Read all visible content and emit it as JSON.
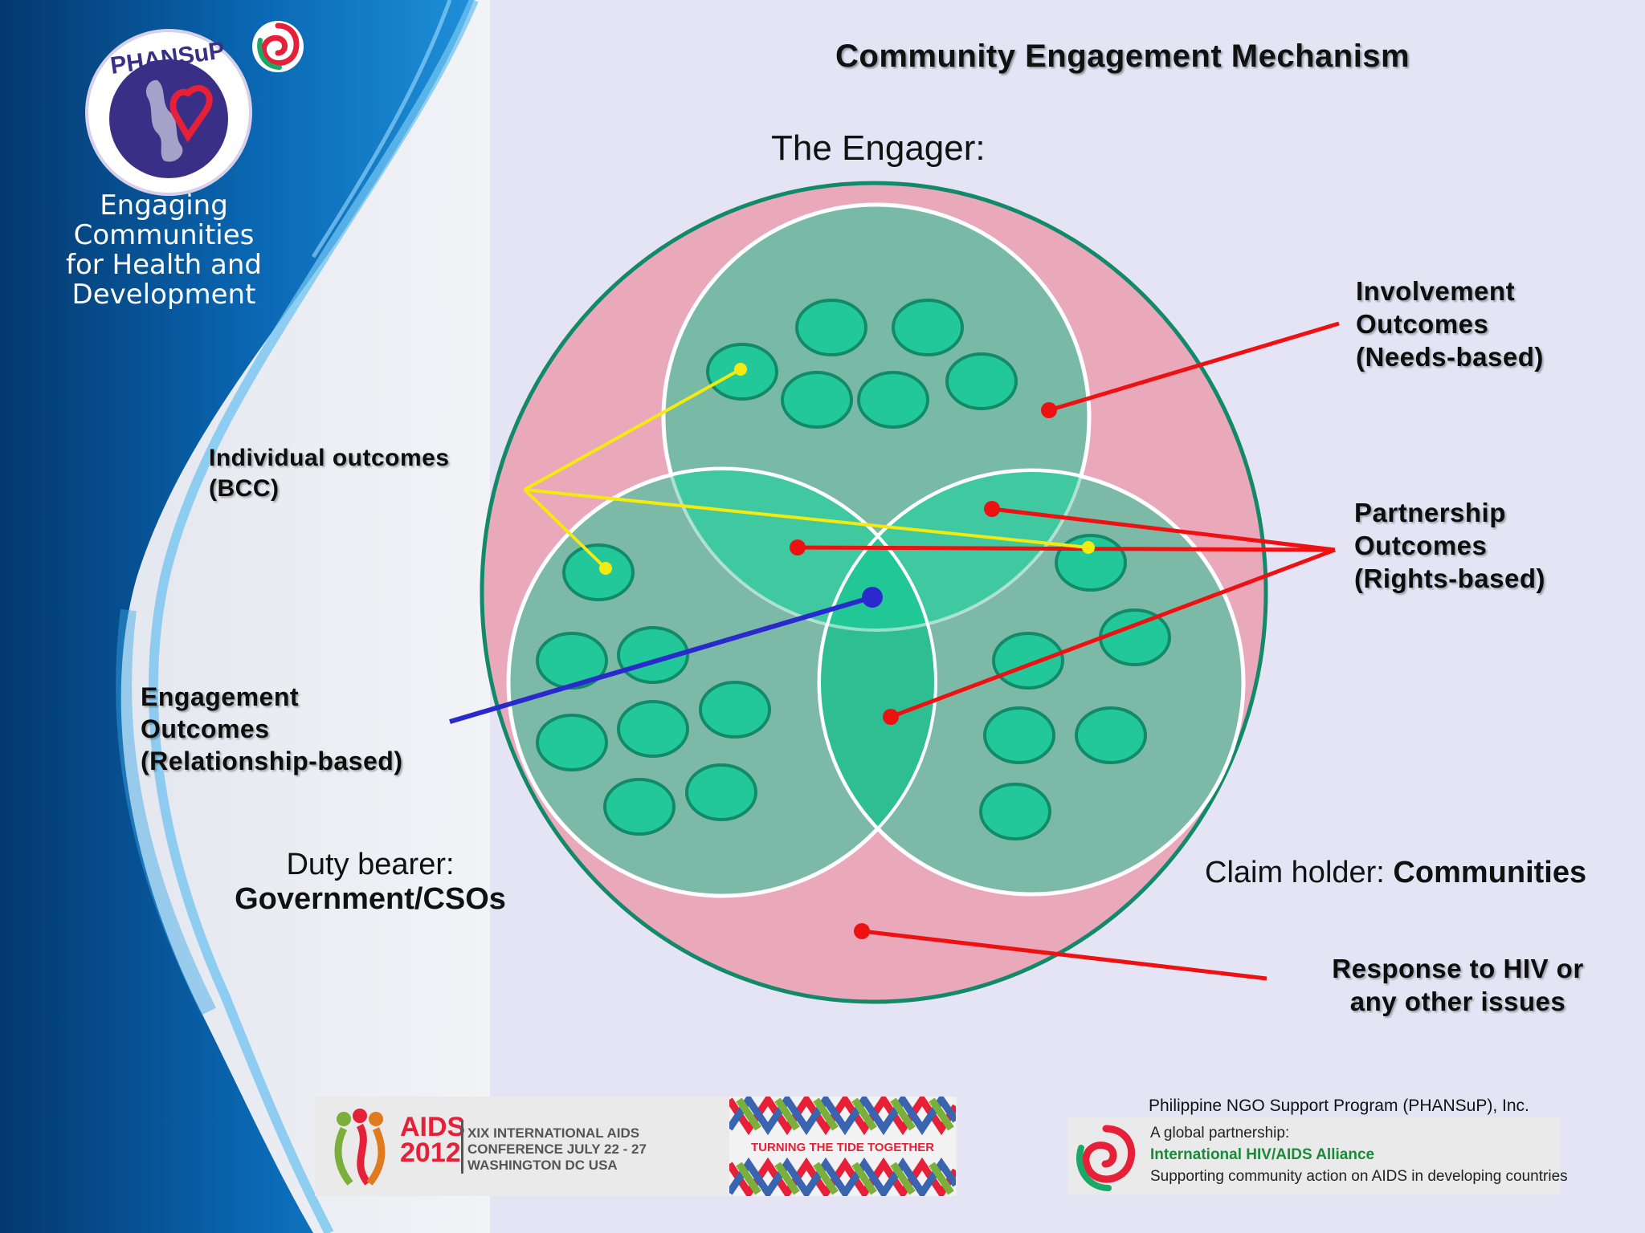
{
  "slide": {
    "title": "Community Engagement Mechanism",
    "sidebar": {
      "logo_word": "PHANSuP",
      "tagline_lines": [
        "Engaging Communities",
        "for Health and",
        "Development"
      ]
    },
    "engager_label": "The Engager:",
    "labels": {
      "involvement": [
        "Involvement",
        "Outcomes",
        "(Needs-based)"
      ],
      "individual": [
        "Individual outcomes",
        "(BCC)"
      ],
      "partnership": [
        "Partnership",
        "Outcomes",
        "(Rights-based)"
      ],
      "engagement": [
        "Engagement",
        "Outcomes",
        "(Relationship-based)"
      ],
      "response": [
        "Response to HIV or",
        "any other issues"
      ]
    },
    "duty_bearer": {
      "prefix": "Duty bearer:",
      "value": "Government/CSOs"
    },
    "claim_holder": {
      "prefix": "Claim holder: ",
      "value": "Communities"
    },
    "footer": {
      "aids_logo": {
        "word": "AIDS",
        "year": "2012"
      },
      "conference_lines": [
        "XIX INTERNATIONAL AIDS",
        "CONFERENCE JULY 22 - 27",
        "WASHINGTON DC USA"
      ],
      "banner_text": "TURNING THE TIDE TOGETHER",
      "phansup_org": "Philippine NGO Support Program (PHANSuP), Inc.",
      "alliance_lines": [
        "A global partnership:",
        "International HIV/AIDS Alliance",
        "Supporting community action on AIDS in developing countries"
      ]
    },
    "colors": {
      "outer_circle": "#eaa9bb",
      "inner_circle": "#78baa6",
      "small_circle": "#22c79a",
      "pointer_red": "#ee1111",
      "pointer_yellow": "#f5ea10",
      "pointer_blue": "#2a2acc",
      "sidebar_blue": "#0a5fa8"
    }
  }
}
